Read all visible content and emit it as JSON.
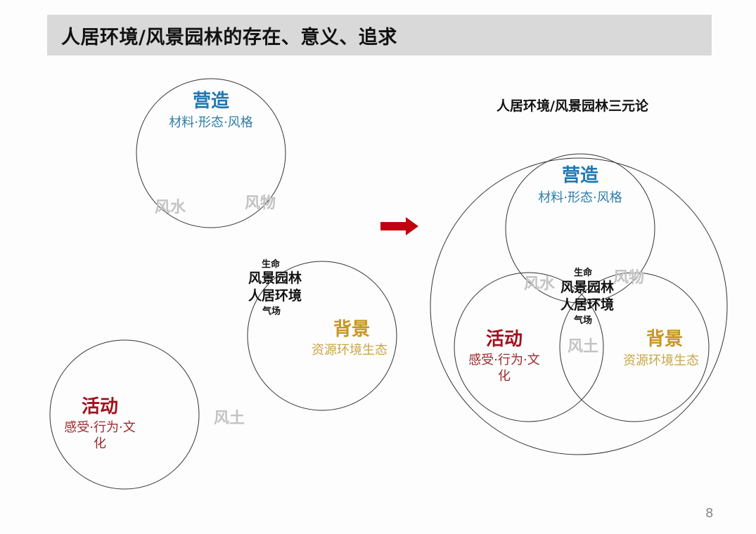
{
  "header": {
    "title": "人居环境/风景园林的存在、意义、追求"
  },
  "colors": {
    "title_bar_bg": "#d9d9d9",
    "construction": "#1f78b4",
    "activity": "#a0131d",
    "background": "#c89624",
    "overlap_gray": "#c3c3c3",
    "arrow": "#c00010"
  },
  "left_diagram": {
    "construction": {
      "title": "营造",
      "subtitle": "材料·形态·风格"
    },
    "background": {
      "title": "背景",
      "subtitle": "资源环境生态"
    },
    "activity": {
      "title": "活动",
      "subtitle_line1": "感受·行为·文",
      "subtitle_line2": "化"
    },
    "overlaps": {
      "fengshui": "风水",
      "fengwu": "风物",
      "fengtu": "风土"
    },
    "core": {
      "top": "生命",
      "line1": "风景园林",
      "line2": "人居环境",
      "bottom": "气场"
    }
  },
  "arrow": {
    "icon": "right-arrow-icon"
  },
  "right_diagram": {
    "title": "人居环境/风景园林三元论",
    "construction": {
      "title": "营造",
      "subtitle": "材料·形态·风格"
    },
    "background": {
      "title": "背景",
      "subtitle": "资源环境生态"
    },
    "activity": {
      "title": "活动",
      "subtitle_line1": "感受·行为·文",
      "subtitle_line2": "化"
    },
    "overlaps": {
      "fengshui": "风水",
      "fengwu": "风物",
      "fengtu": "风土"
    },
    "core": {
      "top": "生命",
      "line1": "风景园林",
      "line2": "人居环境",
      "bottom": "气场"
    }
  },
  "footer": {
    "page_number": "8"
  }
}
